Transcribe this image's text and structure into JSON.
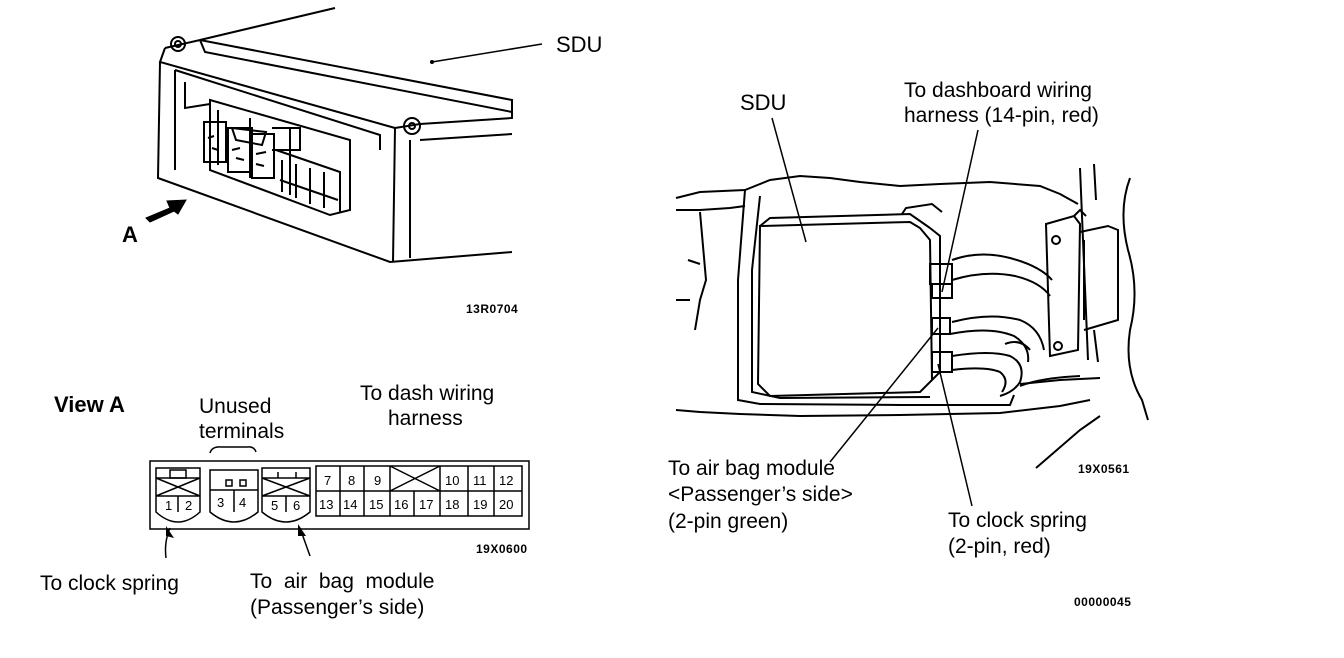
{
  "left_top": {
    "sdu_label": "SDU",
    "arrow_label": "A",
    "figure_code": "13R0704"
  },
  "view_a": {
    "title": "View A",
    "unused_line1": "Unused",
    "unused_line2": "terminals",
    "dash_line1": "To dash wiring",
    "dash_line2": "harness",
    "clock_spring_label": "To clock spring",
    "airbag_line1": "To  air  bag  module",
    "airbag_line2": "(Passenger’s side)",
    "figure_code": "19X0600",
    "pins": {
      "p1": "1",
      "p2": "2",
      "p3": "3",
      "p4": "4",
      "p5": "5",
      "p6": "6",
      "p7": "7",
      "p8": "8",
      "p9": "9",
      "p10": "10",
      "p11": "11",
      "p12": "12",
      "p13": "13",
      "p14": "14",
      "p15": "15",
      "p16": "16",
      "p17": "17",
      "p18": "18",
      "p19": "19",
      "p20": "20"
    }
  },
  "right": {
    "sdu_label": "SDU",
    "dashboard_line1": "To dashboard wiring",
    "dashboard_line2": "harness (14-pin, red)",
    "airbag_line1": "To air bag module",
    "airbag_line2": "<Passenger’s side>",
    "airbag_line3": "(2-pin green)",
    "clock_line1": "To clock spring",
    "clock_line2": "(2-pin, red)",
    "figure_code": "19X0561",
    "doc_number": "00000045"
  }
}
